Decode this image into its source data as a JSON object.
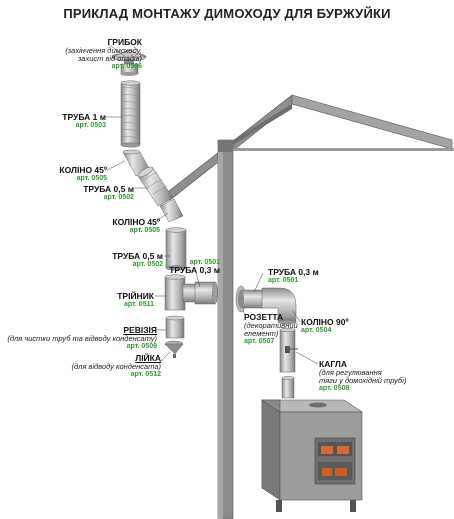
{
  "title": "ПРИКЛАД МОНТАЖУ ДИМОХОДУ ДЛЯ БУРЖУЙКИ",
  "colors": {
    "pipe": "#b9b9b9",
    "pipe_dark": "#7e7e7e",
    "wall": "#8a8a8a",
    "stove": "#888888",
    "article": "#2e9a2e"
  },
  "labels": {
    "hrybok": {
      "name": "ГРИБОК",
      "desc1": "(захінчення димоходу,",
      "desc2": "захист від опадів)",
      "art": "арт. 0506"
    },
    "truba1m": {
      "name": "ТРУБА 1 м",
      "art": "арт. 0503"
    },
    "kolino45a": {
      "name": "КОЛІНО 45º",
      "art": "арт. 0505"
    },
    "truba05a": {
      "name": "ТРУБА 0,5 м",
      "art": "арт. 0502"
    },
    "kolino45b": {
      "name": "КОЛІНО 45º",
      "art": "арт. 0505"
    },
    "truba05b": {
      "name": "ТРУБА 0,5 м",
      "art": "арт. 0502"
    },
    "truba03a": {
      "name": "ТРУБА 0,3 м",
      "art": "арт. 0501"
    },
    "triynyk": {
      "name": "ТРІЙНИК",
      "art": "арт. 0511"
    },
    "reviziya": {
      "name": "РЕВІЗІЯ",
      "desc": "(для чистки труб та відводу конденсату)",
      "art": "арт. 0509"
    },
    "liyka": {
      "name": "ЛІЙКА",
      "desc": "(для відводу конденсата)",
      "art": "арт. 0512"
    },
    "truba03b": {
      "name": "ТРУБА 0,3 м",
      "art": "арт. 0501"
    },
    "rozetta": {
      "name": "РОЗЕТТА",
      "desc1": "(декоративний",
      "desc2": "елемент)",
      "art": "арт. 0507"
    },
    "kolino90": {
      "name": "КОЛІНО 90º",
      "art": "арт. 0504"
    },
    "kahla": {
      "name": "КАГЛА",
      "desc1": "(для регулювання",
      "desc2": "тяги у домохідній трубі)",
      "art": "арт. 0508"
    }
  }
}
